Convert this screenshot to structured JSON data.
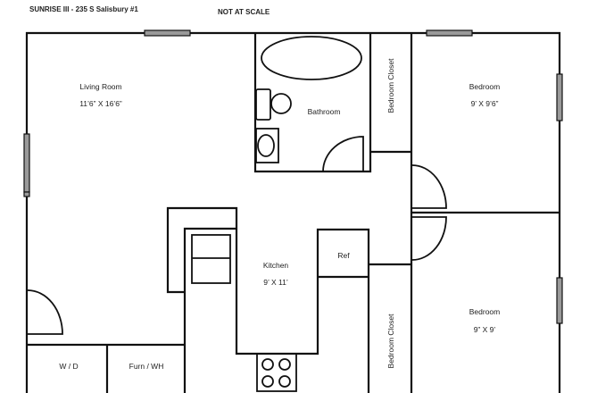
{
  "header": {
    "title": "SUNRISE III - 235 S Salisbury #1",
    "scale_note": "NOT AT SCALE"
  },
  "rooms": {
    "living": {
      "label": "Living Room",
      "size": "11’6” X 16’6”"
    },
    "bathroom": {
      "label": "Bathroom"
    },
    "closet_top": {
      "label": "Bedroom Closet"
    },
    "bedroom_top": {
      "label": "Bedroom",
      "size": "9’ X 9’6”"
    },
    "kitchen": {
      "label": "Kitchen",
      "size": "9’ X 11’"
    },
    "ref": {
      "label": "Ref"
    },
    "closet_bottom": {
      "label": "Bedroom Closet"
    },
    "bedroom_bottom": {
      "label": "Bedroom",
      "size": "9” X 9’"
    },
    "wd": {
      "label": "W / D"
    },
    "furn": {
      "label": "Furn / WH"
    }
  },
  "colors": {
    "wall": "#111111",
    "window": "#9a9a9a"
  }
}
